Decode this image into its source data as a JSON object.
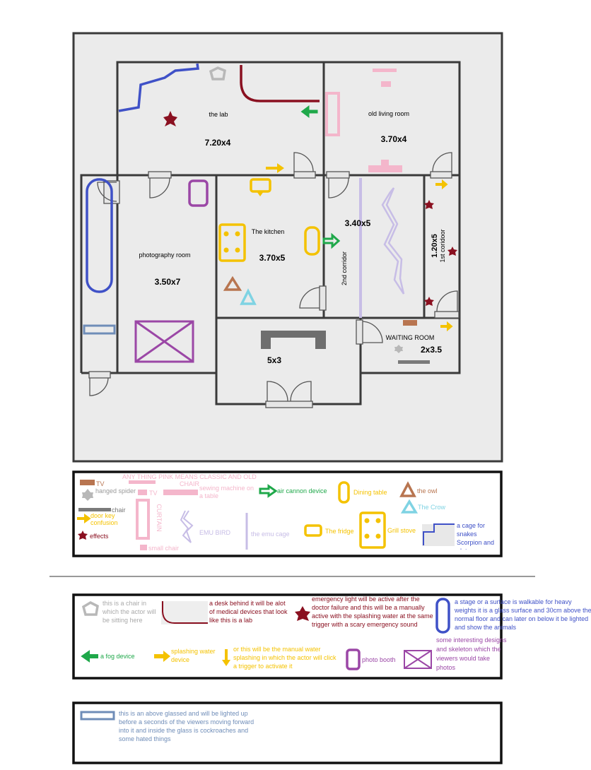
{
  "rooms": {
    "lab": {
      "name": "the lab",
      "size": "7.20x4"
    },
    "old_living": {
      "name": "old living room",
      "size": "3.70x4"
    },
    "photography": {
      "name": "photography room",
      "size": "3.50x7"
    },
    "kitchen": {
      "name": "The kitchen",
      "size": "3.70x5"
    },
    "corridor2": {
      "name": "2nd corridor",
      "size": "3.40x5"
    },
    "corridor1": {
      "name": "1st coridoor",
      "size": "1.20x5"
    },
    "waiting": {
      "name": "WAITING ROOM",
      "size": "2x3.5"
    },
    "bottom": {
      "size": "5x3"
    }
  },
  "legend1": {
    "tv": "TV",
    "spider": "hanged spider",
    "chair": "chair",
    "door_key": "door key confusion",
    "effects": "effects",
    "pink_note": "ANY THING PINK MEANS CLASSIC AND OLD",
    "pink_chair": "CHAIR",
    "pink_tv": "TV",
    "sewing": "sewing machine on a table",
    "curtain": "CURTAIN",
    "small_chair": "small chair",
    "emu_bird": "EMU BIRD",
    "emu_cage": "the emu cage",
    "air_cannon": "air cannon device",
    "dining": "Dining table",
    "owl": "the owl",
    "crow": "The Crow",
    "fridge": "The fridge",
    "grill": "Grill stove",
    "cage": "a cage for snakes Scorpion and alot more"
  },
  "legend2": {
    "chair_actor": "this is a chair in which the actor will be sitting here",
    "desk": "a desk behind it will be alot of medical devices that look like this is a lab",
    "emergency": "emergency light will be active after the doctor failure and this will be a manually active with the splashing water at the same trigger with a scary emergency sound",
    "stage": "a stage or a surface is walkable for heavy weights it is a glass surface and 30cm above the normal floor and can later on below it be lighted and show the animals",
    "fog": "a fog device",
    "splash": "splashing water device",
    "manual": "or this will be the manual water splashing in which the actor will click a trigger to activate it",
    "booth": "photo booth",
    "designs": "some interesting designs and skeleton which the viewers would take photos"
  },
  "legend3": {
    "glass": "this is an above glassed and will be lighted up before a seconds of the viewers moving forward into it and inside the glass is cockroaches and some hated things"
  },
  "colors": {
    "wall": "#3a3a3a",
    "floor": "#ebebeb",
    "pink": "#f4b6cb",
    "blue": "#3f51c7",
    "yellow": "#f4c200",
    "purple": "#9b47a6",
    "green": "#1fa84a",
    "maroon": "#8a1020",
    "brown": "#b87550",
    "lightblue": "#7fd3e3",
    "lavender": "#c7bde6",
    "grey": "#b8b8b8",
    "steel": "#6f8db8"
  }
}
